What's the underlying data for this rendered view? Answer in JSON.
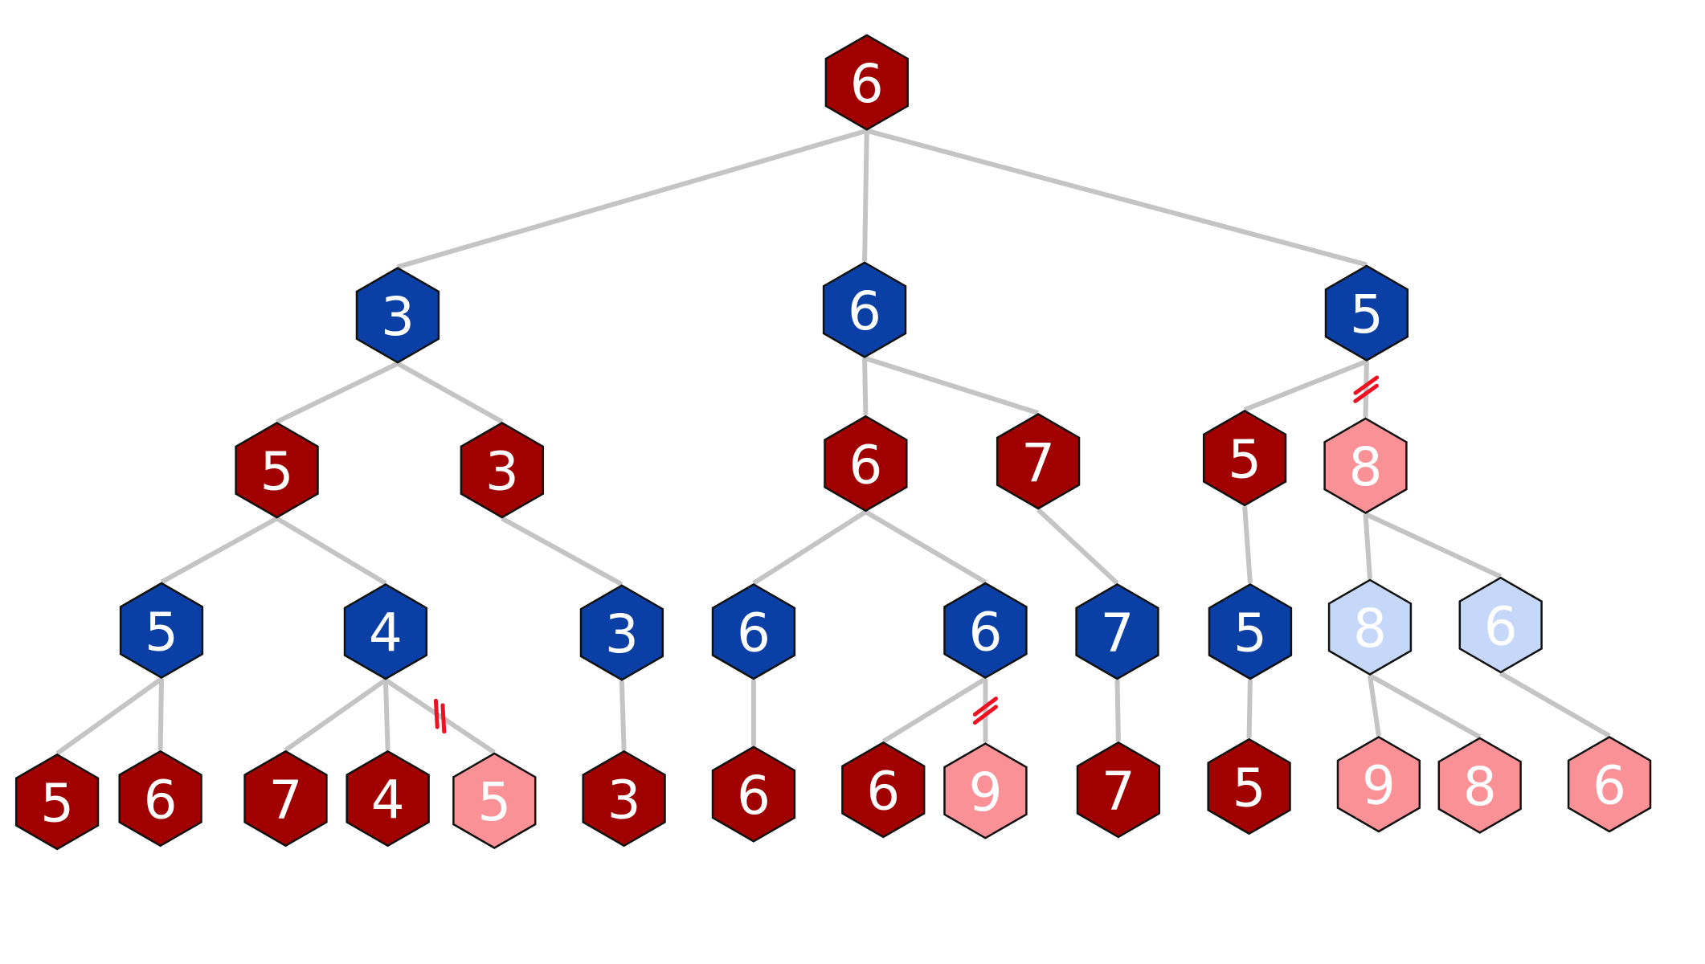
{
  "colors": {
    "max_node": "#a10000",
    "min_node": "#0a3fa6",
    "pruned_max_node": "#fa9196",
    "pruned_min_node": "#c6d8f9",
    "edge": "#c4c4c4",
    "prune_mark": "#ee1122",
    "label": "#ffffff"
  },
  "tree": {
    "nodes": [
      {
        "id": "root",
        "value": "6",
        "kind": "max",
        "pruned": false
      },
      {
        "id": "n1a",
        "value": "3",
        "kind": "min",
        "pruned": false
      },
      {
        "id": "n1b",
        "value": "6",
        "kind": "min",
        "pruned": false
      },
      {
        "id": "n1c",
        "value": "5",
        "kind": "min",
        "pruned": false
      },
      {
        "id": "n2a",
        "value": "5",
        "kind": "max",
        "pruned": false
      },
      {
        "id": "n2b",
        "value": "3",
        "kind": "max",
        "pruned": false
      },
      {
        "id": "n2c",
        "value": "6",
        "kind": "max",
        "pruned": false
      },
      {
        "id": "n2d",
        "value": "7",
        "kind": "max",
        "pruned": false
      },
      {
        "id": "n2e",
        "value": "5",
        "kind": "max",
        "pruned": false
      },
      {
        "id": "n2f",
        "value": "8",
        "kind": "max",
        "pruned": true
      },
      {
        "id": "n3a",
        "value": "5",
        "kind": "min",
        "pruned": false
      },
      {
        "id": "n3b",
        "value": "4",
        "kind": "min",
        "pruned": false
      },
      {
        "id": "n3c",
        "value": "3",
        "kind": "min",
        "pruned": false
      },
      {
        "id": "n3d",
        "value": "6",
        "kind": "min",
        "pruned": false
      },
      {
        "id": "n3e",
        "value": "6",
        "kind": "min",
        "pruned": false
      },
      {
        "id": "n3f",
        "value": "7",
        "kind": "min",
        "pruned": false
      },
      {
        "id": "n3g",
        "value": "5",
        "kind": "min",
        "pruned": false
      },
      {
        "id": "n3h",
        "value": "8",
        "kind": "min",
        "pruned": true
      },
      {
        "id": "n3i",
        "value": "6",
        "kind": "min",
        "pruned": true
      },
      {
        "id": "n4a",
        "value": "5",
        "kind": "max",
        "pruned": false
      },
      {
        "id": "n4b",
        "value": "6",
        "kind": "max",
        "pruned": false
      },
      {
        "id": "n4c",
        "value": "7",
        "kind": "max",
        "pruned": false
      },
      {
        "id": "n4d",
        "value": "4",
        "kind": "max",
        "pruned": false
      },
      {
        "id": "n4e",
        "value": "5",
        "kind": "max",
        "pruned": true
      },
      {
        "id": "n4f",
        "value": "3",
        "kind": "max",
        "pruned": false
      },
      {
        "id": "n4g",
        "value": "6",
        "kind": "max",
        "pruned": false
      },
      {
        "id": "n4h",
        "value": "6",
        "kind": "max",
        "pruned": false
      },
      {
        "id": "n4i",
        "value": "9",
        "kind": "max",
        "pruned": true
      },
      {
        "id": "n4j",
        "value": "7",
        "kind": "max",
        "pruned": false
      },
      {
        "id": "n4k",
        "value": "5",
        "kind": "max",
        "pruned": false
      },
      {
        "id": "n4l",
        "value": "9",
        "kind": "max",
        "pruned": true
      },
      {
        "id": "n4m",
        "value": "8",
        "kind": "max",
        "pruned": true
      },
      {
        "id": "n4n",
        "value": "6",
        "kind": "max",
        "pruned": true
      }
    ],
    "edges": [
      {
        "from": "root",
        "to": "n1a",
        "cut": false
      },
      {
        "from": "root",
        "to": "n1b",
        "cut": false
      },
      {
        "from": "root",
        "to": "n1c",
        "cut": false
      },
      {
        "from": "n1a",
        "to": "n2a",
        "cut": false
      },
      {
        "from": "n1a",
        "to": "n2b",
        "cut": false
      },
      {
        "from": "n1b",
        "to": "n2c",
        "cut": false
      },
      {
        "from": "n1b",
        "to": "n2d",
        "cut": false
      },
      {
        "from": "n1c",
        "to": "n2e",
        "cut": false
      },
      {
        "from": "n1c",
        "to": "n2f",
        "cut": true
      },
      {
        "from": "n2a",
        "to": "n3a",
        "cut": false
      },
      {
        "from": "n2a",
        "to": "n3b",
        "cut": false
      },
      {
        "from": "n2b",
        "to": "n3c",
        "cut": false
      },
      {
        "from": "n2c",
        "to": "n3d",
        "cut": false
      },
      {
        "from": "n2c",
        "to": "n3e",
        "cut": false
      },
      {
        "from": "n2d",
        "to": "n3f",
        "cut": false
      },
      {
        "from": "n2e",
        "to": "n3g",
        "cut": false
      },
      {
        "from": "n2f",
        "to": "n3h",
        "cut": false
      },
      {
        "from": "n2f",
        "to": "n3i",
        "cut": false
      },
      {
        "from": "n3a",
        "to": "n4a",
        "cut": false
      },
      {
        "from": "n3a",
        "to": "n4b",
        "cut": false
      },
      {
        "from": "n3b",
        "to": "n4c",
        "cut": false
      },
      {
        "from": "n3b",
        "to": "n4d",
        "cut": false
      },
      {
        "from": "n3b",
        "to": "n4e",
        "cut": true
      },
      {
        "from": "n3c",
        "to": "n4f",
        "cut": false
      },
      {
        "from": "n3d",
        "to": "n4g",
        "cut": false
      },
      {
        "from": "n3e",
        "to": "n4h",
        "cut": false
      },
      {
        "from": "n3e",
        "to": "n4i",
        "cut": true
      },
      {
        "from": "n3f",
        "to": "n4j",
        "cut": false
      },
      {
        "from": "n3g",
        "to": "n4k",
        "cut": false
      },
      {
        "from": "n3h",
        "to": "n4l",
        "cut": false
      },
      {
        "from": "n3h",
        "to": "n4m",
        "cut": false
      },
      {
        "from": "n3i",
        "to": "n4n",
        "cut": false
      }
    ]
  }
}
